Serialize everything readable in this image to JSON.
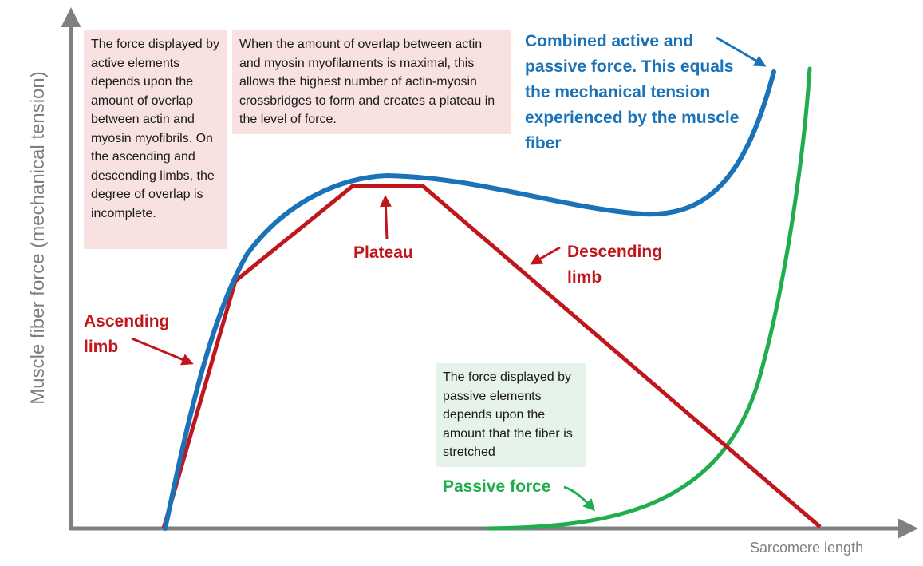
{
  "axes": {
    "x_title": "Sarcomere length",
    "y_title": "Muscle fiber force (mechanical tension)"
  },
  "notes": {
    "active_elements": "The force displayed by active elements depends upon the amount of overlap between actin and myosin myofibrils. On the ascending and descending limbs, the degree of overlap is incomplete.",
    "plateau": "When the amount of overlap between actin and myosin myofilaments is maximal, this allows the highest number of actin-myosin crossbridges to form and creates a plateau in the level of force.",
    "passive_elements": "The force displayed by passive elements depends upon the amount that the fiber is stretched"
  },
  "labels": {
    "combined": "Combined active and passive force. This equals the mechanical tension experienced by the muscle fiber",
    "plateau": "Plateau",
    "descending": "Descending limb",
    "ascending": "Ascending limb",
    "passive": "Passive force"
  },
  "colors": {
    "axis": "#7f7f7f",
    "active_curve": "#c0171c",
    "combined_curve": "#1a73b8",
    "passive_curve": "#1fad4e",
    "note_pink": "#f8e1e1",
    "note_green": "#e6f3ea"
  }
}
